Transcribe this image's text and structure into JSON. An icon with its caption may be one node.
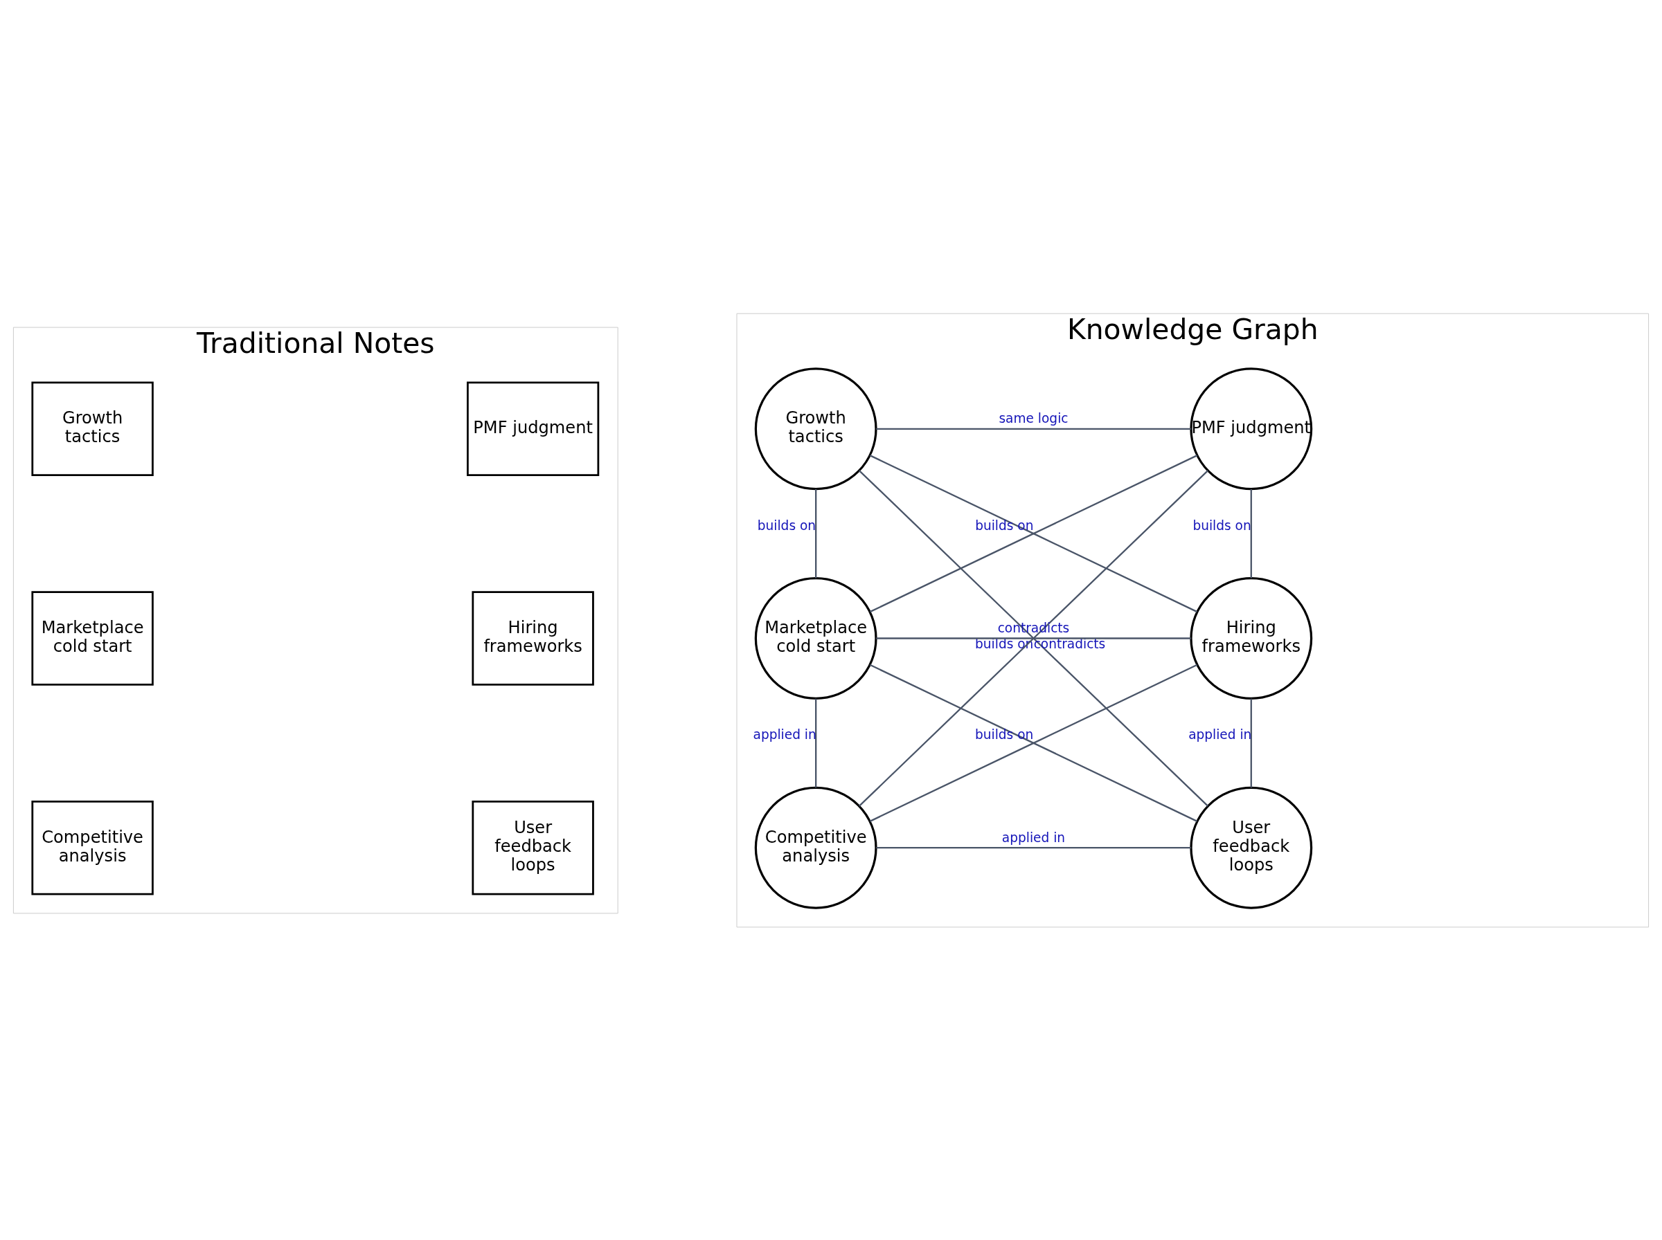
{
  "diagram": {
    "nodes": [
      {
        "text": [
          "Traditional Notes"
        ]
      },
      {
        "text": [
          "Growth tactics"
        ],
        "in": 0
      },
      {
        "text": [
          "PMF judgment"
        ],
        "in": 0
      },
      {
        "text": [
          "Marketplace cold start"
        ],
        "in": 0
      },
      {
        "text": [
          "Hiring frameworks"
        ],
        "in": 0
      },
      {
        "text": [
          "Competitive analysis"
        ],
        "in": 0
      },
      {
        "text": [
          "User feedback loops"
        ],
        "in": 0
      },
      {
        "text": [
          "Knowledge Graph"
        ]
      },
      {
        "text": [
          "Growth tactics"
        ],
        "in": 7
      },
      {
        "text": [
          "PMF judgment"
        ],
        "in": 7
      },
      {
        "text": [
          "Marketplace cold start"
        ],
        "in": 7
      },
      {
        "text": [
          "Hiring frameworks"
        ],
        "in": 7
      },
      {
        "text": [
          "Competitive analysis"
        ],
        "in": 7
      },
      {
        "text": [
          "User feedback loops"
        ],
        "in": 7
      }
    ],
    "edges": [
      {
        "from": 8,
        "to": 9,
        "arrow": "none",
        "label": "same logic"
      },
      {
        "from": 8,
        "to": 10,
        "arrow": "none",
        "label": "builds on"
      },
      {
        "from": 9,
        "to": 11,
        "arrow": "none",
        "label": "builds on"
      },
      {
        "from": 9,
        "to": 10,
        "arrow": "none",
        "label": "builds on"
      },
      {
        "from": 8,
        "to": 11,
        "arrow": "none"
      },
      {
        "from": 9,
        "to": 12,
        "arrow": "none",
        "label": "contradicts"
      },
      {
        "from": 8,
        "to": 13,
        "arrow": "none",
        "label": "builds on"
      },
      {
        "from": 10,
        "to": 11,
        "arrow": "none",
        "label": "contradicts"
      },
      {
        "from": 10,
        "to": 13,
        "arrow": "none",
        "label": "builds on"
      },
      {
        "from": 11,
        "to": 12,
        "arrow": "none"
      },
      {
        "from": 10,
        "to": 12,
        "arrow": "none",
        "label": "applied in"
      },
      {
        "from": 11,
        "to": 13,
        "arrow": "none",
        "label": "applied in"
      },
      {
        "from": 12,
        "to": 13,
        "arrow": "none",
        "label": "applied in"
      }
    ]
  }
}
